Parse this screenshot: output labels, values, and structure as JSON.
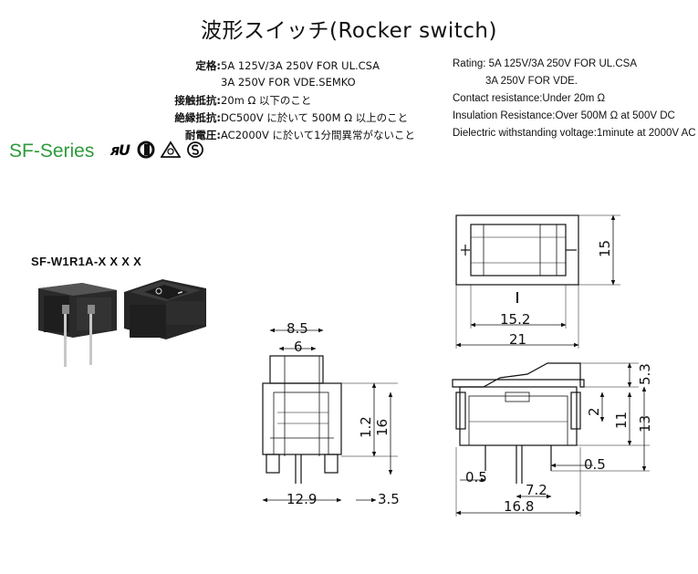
{
  "title": "波形スイッチ(Rocker switch)",
  "specs_jp": [
    {
      "label": "定格:",
      "value": "5A 125V/3A 250V FOR UL.CSA"
    },
    {
      "label": "",
      "value": "3A 250V FOR VDE.SEMKO"
    },
    {
      "label": "接触抵抗:",
      "value": "20m Ω 以下のこと"
    },
    {
      "label": "絶縁抵抗:",
      "value": "DC500V に於いて 500M Ω 以上のこと"
    },
    {
      "label": "耐電圧:",
      "value": "AC2000V に於いて1分間異常がないこと"
    }
  ],
  "specs_en": [
    "Rating: 5A 125V/3A 250V FOR UL.CSA",
    "3A 250V FOR VDE.",
    "Contact resistance:Under 20m Ω",
    "Insulation Resistance:Over 500M Ω  at 500V DC",
    "Dielectric withstanding voltage:1minute at 2000V AC"
  ],
  "series": "SF-Series",
  "part_number": "SF-W1R1A-X X X X",
  "cert_marks": [
    "ul-mark-icon",
    "csa-mark-icon",
    "vde-mark-icon",
    "semko-mark-icon"
  ],
  "dimensions": {
    "front": {
      "top_outer": "8.5",
      "top_inner": "6",
      "height": "16",
      "mid": "1.2",
      "width": "12.9",
      "pin": "3.5"
    },
    "top": {
      "inner": "15.2",
      "outer": "21",
      "height": "15"
    },
    "side": {
      "d1": "5.3",
      "d2": "2",
      "d3": "11",
      "d4": "13",
      "pin_l": "0.5",
      "pin_r": "0.5",
      "pitch": "7.2",
      "width": "16.8"
    }
  }
}
